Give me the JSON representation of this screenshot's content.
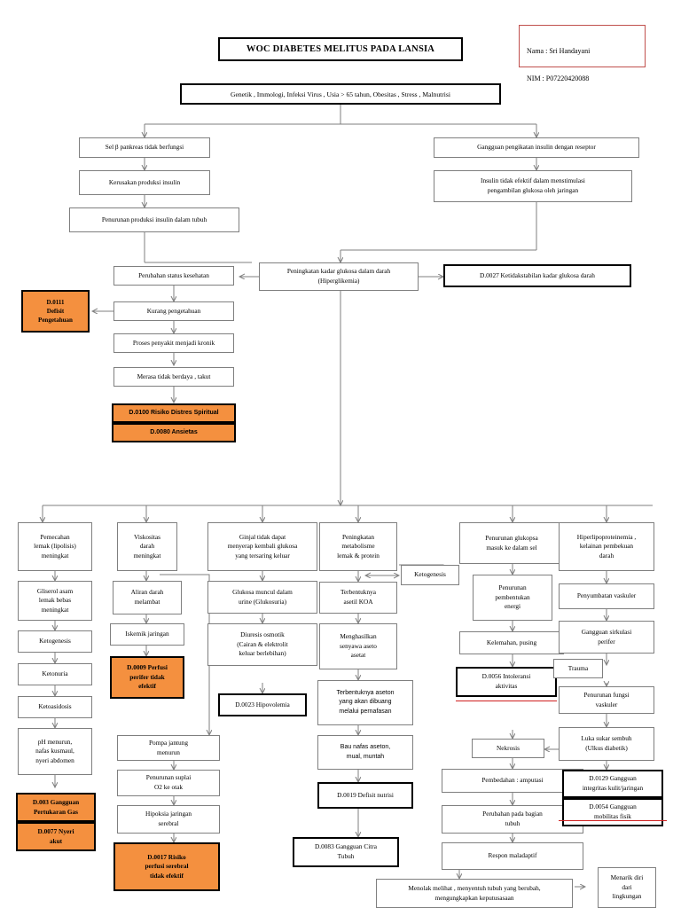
{
  "document": {
    "title": "WOC DIABETES MELITUS PADA LANSIA",
    "student": {
      "name_line": "Nama : Sri Handayani",
      "nim_line": "NIM   : P07220420088"
    },
    "accent_orange": "#F4903F",
    "name_box_border": "#C0504D",
    "red_underline": "#d02020"
  },
  "nodes": {
    "root_causes": "Genetik , Immologi, Infeksi Virus , Usia > 65 tahun, Obesitas , Stress , Malnutrisi",
    "sel_beta": "Sel β pankreas tidak berfungsi",
    "kerusakan_produksi": "Kerusakan produksi insulin",
    "penurunan_produksi": "Penurunan produksi insulin dalam tubuh",
    "gangguan_pengikatan": "Gangguan pengikatan insulin dengan reseptor",
    "insulin_tidak_efektif": "Insulin tidak efektif dalam menstimulasi\npengambilan glukosa oleh jaringan",
    "hiperglikemia": "Peningkatan kadar glukosa dalam darah\n(Hiperglikemia)",
    "d0027": "D.0027 Ketidakstabilan kadar glukosa darah",
    "perubahan_status": "Perubahan status kesehatan",
    "kurang_pengetahuan": "Kurang pengetahuan",
    "d0111": "D.0111\nDefisit\nPengetahuan",
    "proses_kronik": "Proses penyakit menjadi kronik",
    "merasa_tidak_berdaya": "Merasa tidak berdaya , takut",
    "d0100": "D.0100 Risiko Distres Spiritual",
    "d0080": "D.0080 Ansietas",
    "pemecahan_lemak": "Pemecahan\nlemak (lipolisis)\nmeningkat",
    "gliserol": "Gliserol asam\nlemak bebas\nmeningkat",
    "ketogenesis_l": "Ketogenesis",
    "ketonuria": "Ketonuria",
    "ketoasidosis": "Ketoasidosis",
    "ph_menurun": "pH menurun,\nnafas kusmaul,\nnyeri abdomen",
    "d003": "D.003 Gangguan\nPertukaran Gas",
    "d0077": "D.0077 Nyeri\nakut",
    "viskositas": "Viskositas\ndarah\nmeningkat",
    "aliran_darah": "Aliran darah\nmelambat",
    "iskemik": "Iskemik jaringan",
    "d0009": "D.0009 Perfusi\nperifer tidak\nefektif",
    "pompa_jantung": "Pompa jantung\nmenurun",
    "penurunan_suplai": "Penurunan suplai\nO2 ke otak",
    "hipoksia": "Hipoksia jaringan\nserebral",
    "d0017": "D.0017 Risiko\nperfusi serebral\ntidak efektif",
    "ginjal": "Ginjal tidak dapat\nmenyerap kembali glukosa\nyang tersaring keluar",
    "glukosuria": "Glukosa muncul dalam\nurine (Glukosuria)",
    "diuresis": "Diuresis osmotik\n(Cairan & elektrolit\nkeluar berlebihan)",
    "d0023": "D.0023 Hipovolemia",
    "peningkatan_metabolisme": "Peningkatan\nmetabolisme\nlemak & protein",
    "ketogenesis_m": "Ketogenesis",
    "asetil_koa": "Terbentuknya\nasetil KOA",
    "aseto_asetat": "Menghasilkan\nsenyawa aseto\nasetat",
    "aseton": "Terbentuknya aseton\nyang akan dibuang\nmelalui pernafasan",
    "bau_nafas": "Bau nafas aseton,\nmual, muntah",
    "d0019": "D.0019 Defisit nutrisi",
    "d0083": "D.0083 Gangguan Citra\nTubuh",
    "penurunan_glukopsa": "Penurunan glukopsa\nmasuk ke dalam sel",
    "penurunan_energi": "Penurunan\npembentukan\nenergi",
    "kelemahan": "Kelemahan, pusing",
    "d0056": "D.0056 Intoleransi\naktivitas",
    "nekrosis": "Nekrosis",
    "pembedahan": "Pembedahan : amputasi",
    "perubahan_bagian_tubuh": "Perubahan pada bagian\ntubuh",
    "respon_maladaptif": "Respon maladaptif",
    "menolak_melihat": "Menolak melihat , menyentuh tubuh yang berubah,\nmengungkapkan keputusasaan",
    "hiperlipoproteinemia": "Hiperlipoproteinemia ,\nkelainan pembekuan\ndarah",
    "penyumbatan": "Penyumbatan vaskuler",
    "gangguan_sirkulasi": "Gangguan sirkulasi\nperifer",
    "trauma": "Trauma",
    "penurunan_fungsi_vaskuler": "Penurunan fungsi\nvaskuler",
    "luka_sukar": "Luka sukar sembuh\n(Ulkus diabetik)",
    "d0129": "D.0129  Gangguan\nintegritas kulit/jaringan",
    "d0054": "D.0054  Gangguan\nmobilitas fisik",
    "menarik_diri": "Menarik diri\ndari\nlingkungan"
  }
}
